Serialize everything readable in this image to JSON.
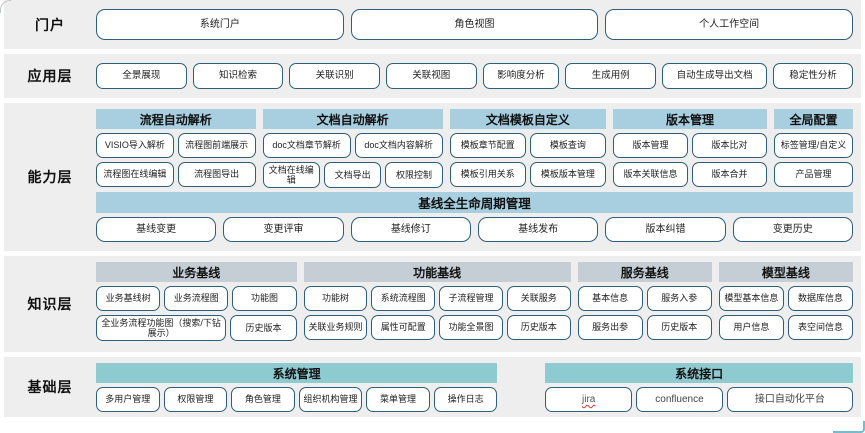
{
  "layers": [
    {
      "id": "portal",
      "label": "门户",
      "buttons": [
        "系统门户",
        "角色视图",
        "个人工作空间"
      ]
    },
    {
      "id": "application",
      "label": "应用层",
      "buttons": [
        "全景展现",
        "知识检索",
        "关联识别",
        "关联视图",
        "影响度分析",
        "生成用例",
        "自动生成导出文档",
        "稳定性分析"
      ]
    },
    {
      "id": "capability",
      "label": "能力层",
      "groups": [
        {
          "title": "流程自动解析",
          "rows": [
            [
              "VISIO导入解析",
              "流程图前端展示"
            ],
            [
              "流程图在线编辑",
              "流程图导出"
            ]
          ]
        },
        {
          "title": "文档自动解析",
          "rows": [
            [
              "doc文档章节解析",
              "doc文档内容解析"
            ],
            [
              "文档在线编辑",
              "文档导出",
              "权限控制"
            ]
          ]
        },
        {
          "title": "文档模板自定义",
          "rows": [
            [
              "模板章节配置",
              "模板查询"
            ],
            [
              "模板引用关系",
              "模板版本管理"
            ]
          ]
        },
        {
          "title": "版本管理",
          "rows": [
            [
              "版本管理",
              "版本比对"
            ],
            [
              "版本关联信息",
              "版本合并"
            ]
          ]
        },
        {
          "title": "全局配置",
          "rows": [
            [
              "标签管理/自定义"
            ],
            [
              "产品管理"
            ]
          ]
        }
      ],
      "band": {
        "title": "基线全生命周期管理",
        "buttons": [
          "基线变更",
          "变更评审",
          "基线修订",
          "基线发布",
          "版本纠错",
          "变更历史"
        ]
      }
    },
    {
      "id": "knowledge",
      "label": "知识层",
      "groups": [
        {
          "title": "业务基线",
          "rows": [
            [
              "业务基线树",
              "业务流程图",
              "功能图"
            ],
            [
              "全业务流程功能图（搜索/下钻展示）",
              "历史版本"
            ]
          ]
        },
        {
          "title": "功能基线",
          "rows": [
            [
              "功能树",
              "系统流程图",
              "子流程管理",
              "关联服务"
            ],
            [
              "关联业务规则",
              "属性可配置",
              "功能全景图",
              "历史版本"
            ]
          ]
        },
        {
          "title": "服务基线",
          "rows": [
            [
              "基本信息",
              "服务入参"
            ],
            [
              "服务出参",
              "历史版本"
            ]
          ]
        },
        {
          "title": "模型基线",
          "rows": [
            [
              "模型基本信息",
              "数据库信息"
            ],
            [
              "用户信息",
              "表空间信息"
            ]
          ]
        }
      ]
    },
    {
      "id": "foundation",
      "label": "基础层",
      "groups": [
        {
          "title": "系统管理",
          "rows": [
            [
              "多用户管理",
              "权限管理",
              "角色管理",
              "组织机构管理",
              "菜单管理",
              "操作日志"
            ]
          ]
        },
        {
          "title": "系统接口",
          "rows": [
            [
              "jira",
              "confluence",
              "接口自动化平台"
            ]
          ]
        }
      ]
    }
  ],
  "colors": {
    "panel_background": "#eeeeee",
    "button_border": "#2d5f79",
    "title_blue": "#a7cfe0",
    "title_gray": "#c4ced4",
    "title_teal": "#8ecbd1",
    "page_background": "#ffffff"
  }
}
